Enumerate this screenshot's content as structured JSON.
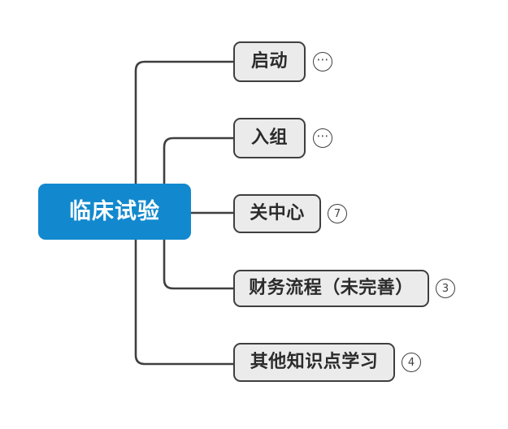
{
  "diagram": {
    "type": "mindmap",
    "title": "临床试验",
    "orientation": "left-to-right",
    "colors": {
      "root_fill": "#1289ce",
      "root_text": "#ffffff",
      "branch_fill": "#ebebeb",
      "branch_border": "#3f3f3f",
      "branch_text": "#2b2b2b",
      "connector": "#3f3f3f",
      "canvas": "#ffffff"
    },
    "root": {
      "label": "临床试验"
    },
    "branches": [
      {
        "label": "启动",
        "badge": "⋯",
        "badge_kind": "collapsed-ellipsis",
        "trunk": "outer"
      },
      {
        "label": "入组",
        "badge": "⋯",
        "badge_kind": "collapsed-ellipsis",
        "trunk": "inner"
      },
      {
        "label": "关中心",
        "badge": "7",
        "badge_kind": "child-count",
        "trunk": "direct"
      },
      {
        "label": "财务流程（未完善）",
        "badge": "3",
        "badge_kind": "child-count",
        "trunk": "inner"
      },
      {
        "label": "其他知识点学习",
        "badge": "4",
        "badge_kind": "child-count",
        "trunk": "outer"
      }
    ]
  }
}
